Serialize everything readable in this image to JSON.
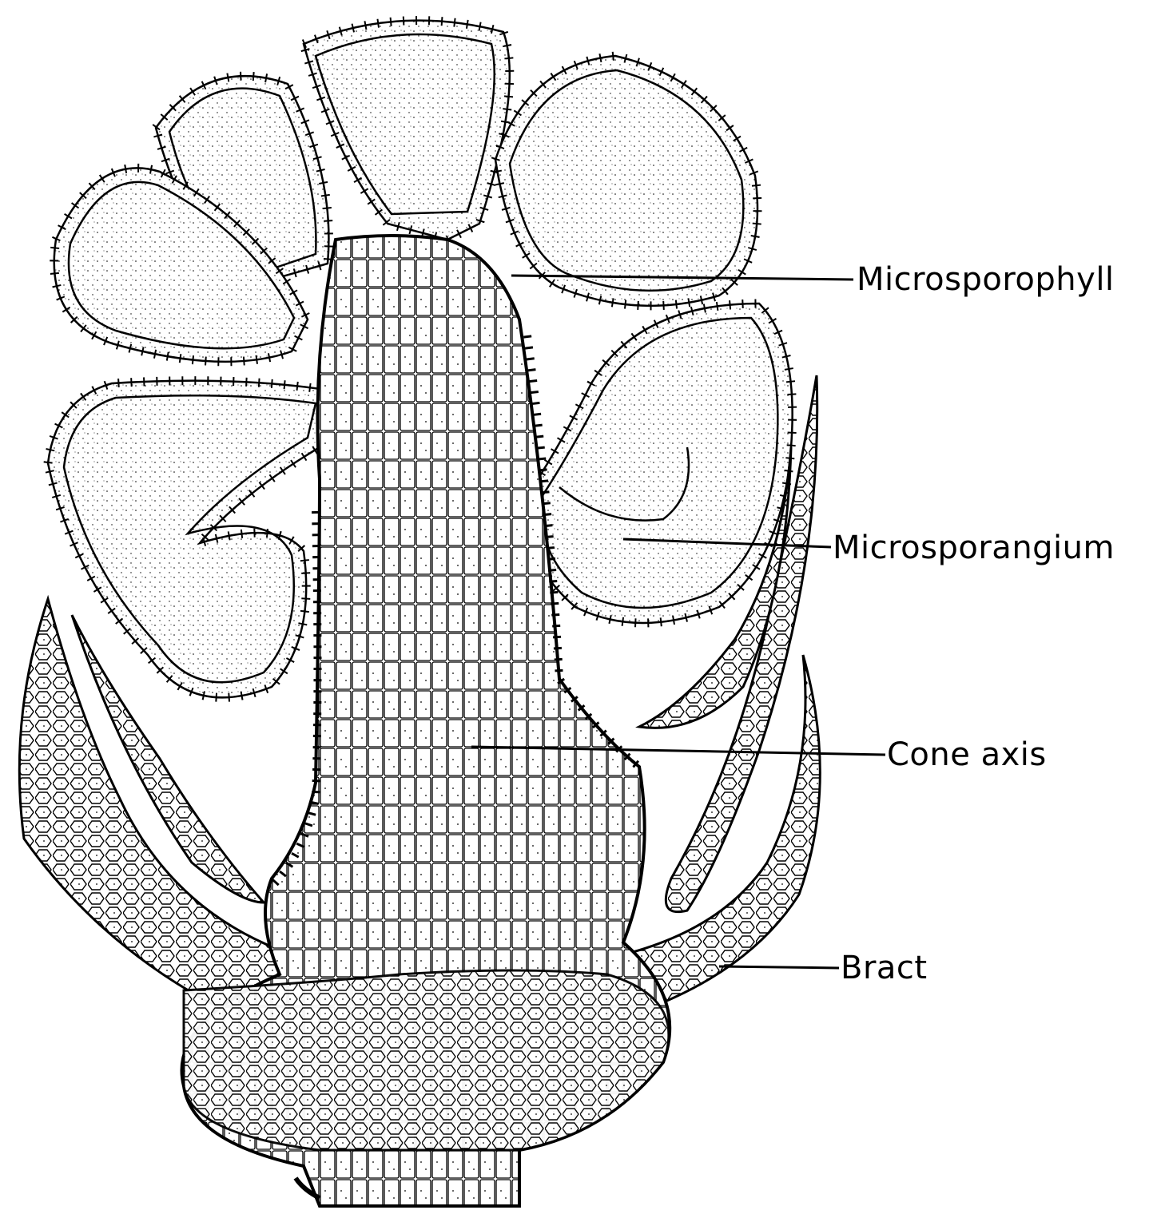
{
  "labels": {
    "microsporophyll": "Microsporophyll",
    "microsporangium": "Microsporangium",
    "cone_axis": "Cone axis",
    "bract": "Bract"
  },
  "colors": {
    "ink": "#000000",
    "paper": "#ffffff"
  }
}
